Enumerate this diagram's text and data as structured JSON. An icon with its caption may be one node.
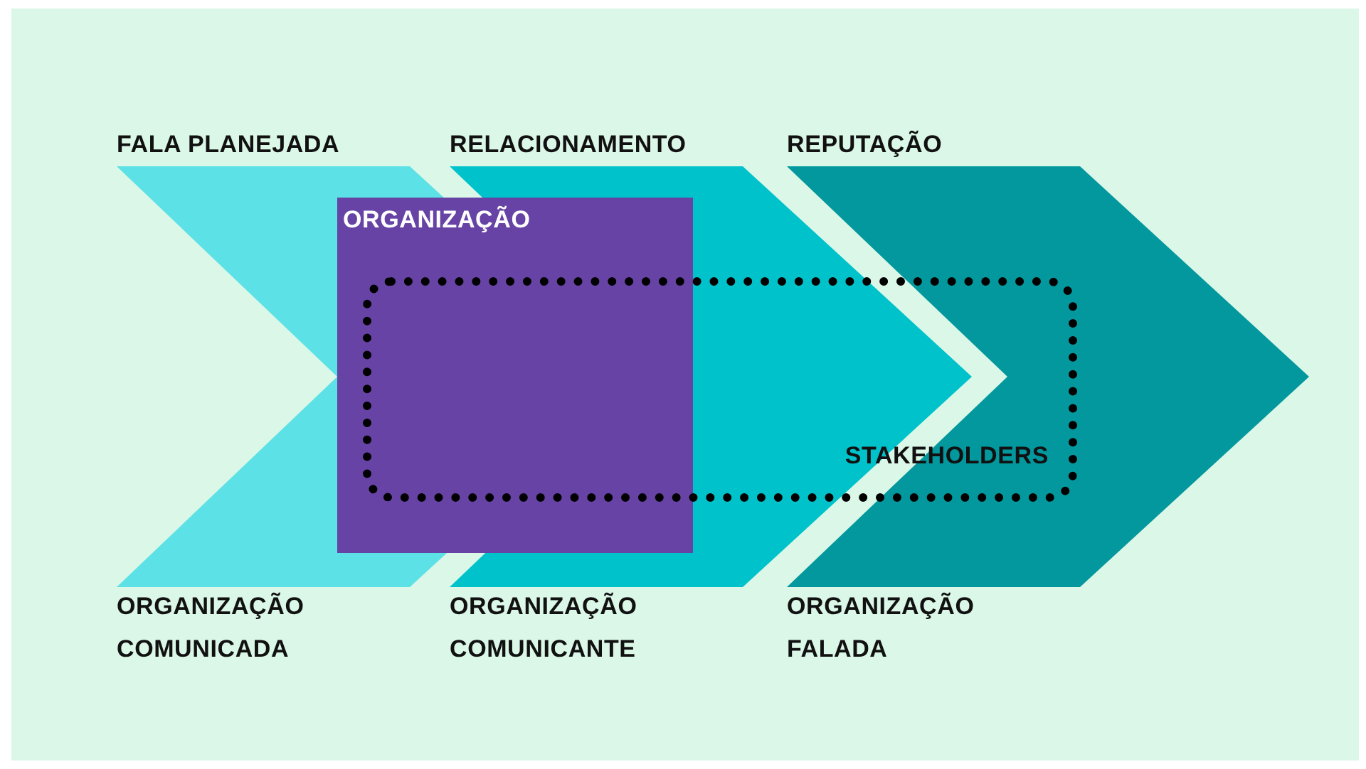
{
  "diagram": {
    "nodes": [
      {
        "text": [
          "FALA PLANEJADA",
          "ORGANIZAÇÃO COMUNICADA"
        ]
      },
      {
        "text": [
          "RELACIONAMENTO",
          "ORGANIZAÇÃO COMUNICANTE"
        ]
      },
      {
        "text": [
          "REPUTAÇÃO",
          "ORGANIZAÇÃO FALADA"
        ]
      },
      {
        "text": [
          "ORGANIZAÇÃO"
        ]
      },
      {
        "text": [
          "STAKEHOLDERS"
        ]
      }
    ]
  }
}
